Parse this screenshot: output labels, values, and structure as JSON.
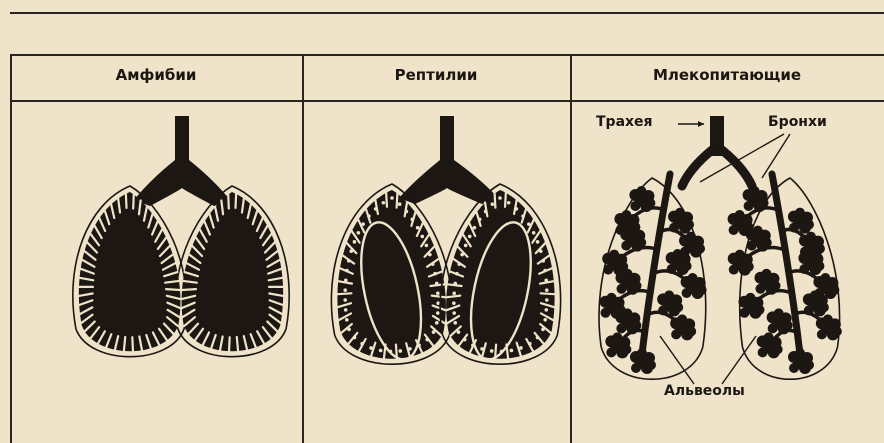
{
  "columns": [
    {
      "title": "Амфибии"
    },
    {
      "title": "Рептилии"
    },
    {
      "title": "Млекопитающие"
    }
  ],
  "labels": {
    "trachea": "Трахея",
    "bronchi": "Бронхи",
    "alveoli": "Альвеолы"
  },
  "colors": {
    "paper": "#efe3c9",
    "ink": "#1c1712"
  }
}
